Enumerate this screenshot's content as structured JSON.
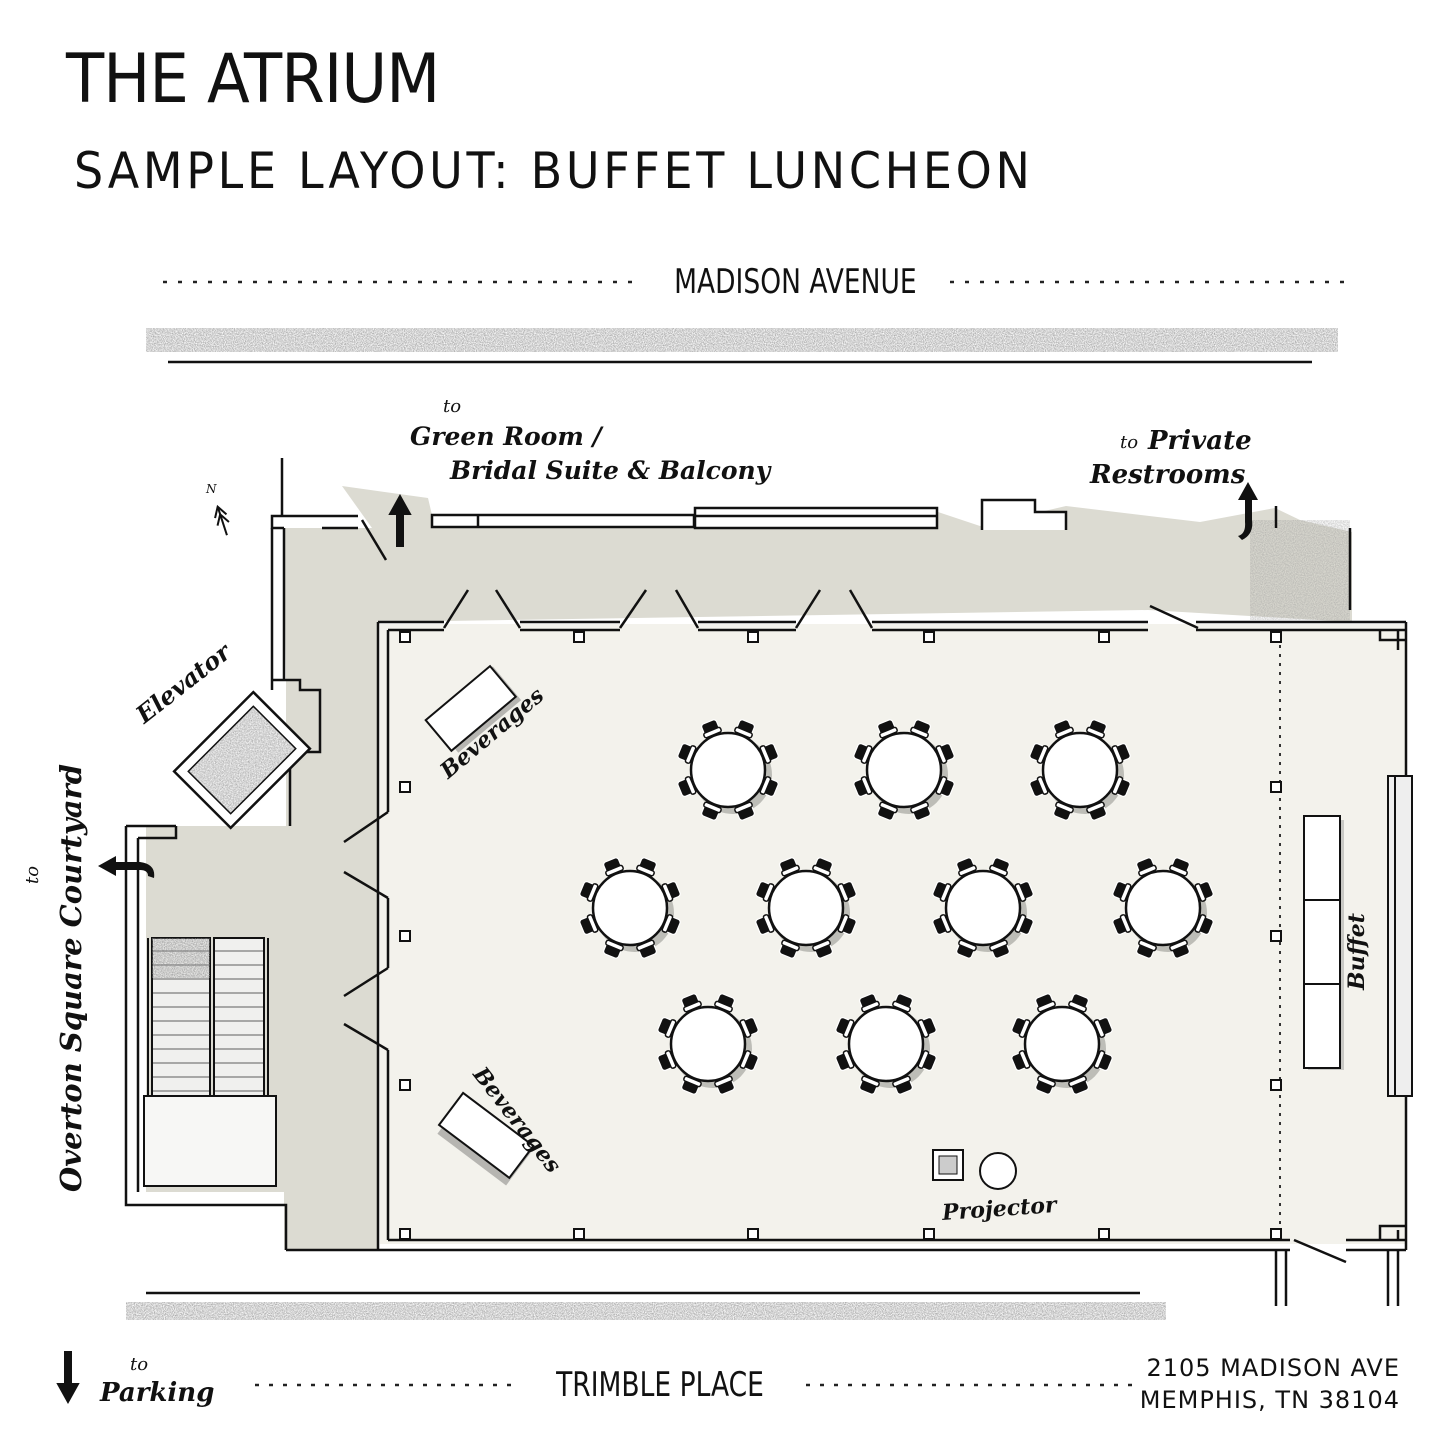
{
  "header": {
    "title": "THE ATRIUM",
    "subtitle": "SAMPLE LAYOUT: BUFFET LUNCHEON"
  },
  "streets": {
    "north": "MADISON AVENUE",
    "south": "TRIMBLE PLACE"
  },
  "labels": {
    "green_room_to": "to",
    "green_room_line1": "Green Room /",
    "green_room_line2": "Bridal Suite & Balcony",
    "restrooms_to": "to",
    "restrooms_line1": "Private",
    "restrooms_line2": "Restrooms",
    "elevator": "Elevator",
    "beverages_top": "Beverages",
    "beverages_bottom": "Beverages",
    "buffet": "Buffet",
    "projector": "Projector",
    "courtyard_to": "to",
    "courtyard": "Overton Square Courtyard",
    "parking_to": "to",
    "parking": "Parking",
    "north": "N"
  },
  "address": {
    "line1": "2105 MADISON AVE",
    "line2": "MEMPHIS, TN 38104"
  },
  "colors": {
    "corridor": "#dcdbd2",
    "room": "#f3f2ec",
    "ink": "#111111",
    "table": "#ffffff"
  },
  "tables": {
    "count": 10,
    "seats_per_table": 8
  },
  "icons": [
    "north-arrow-icon",
    "up-arrow-icon",
    "left-arrow-icon",
    "down-arrow-icon"
  ]
}
